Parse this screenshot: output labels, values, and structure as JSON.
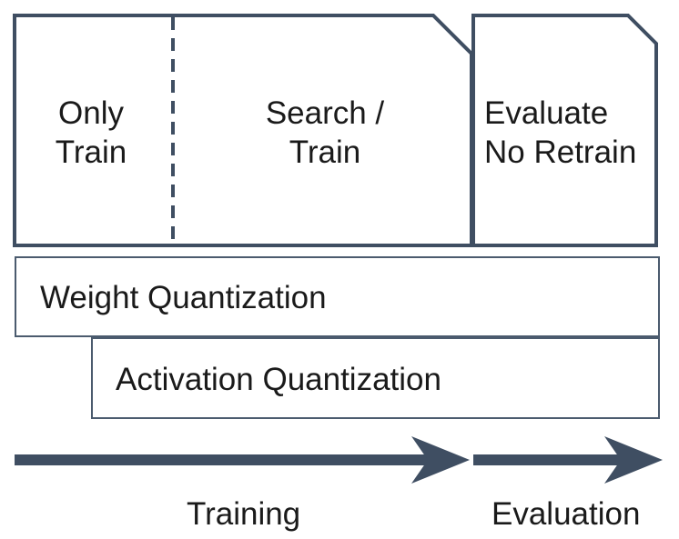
{
  "phases": {
    "only_train": [
      "Only",
      "Train"
    ],
    "search_train": [
      "Search /",
      "Train"
    ],
    "evaluate": [
      "Evaluate",
      "No Retrain"
    ]
  },
  "bars": {
    "weight": "Weight Quantization",
    "activation": "Activation Quantization"
  },
  "stages": {
    "training": "Training",
    "evaluation": "Evaluation"
  },
  "colors": {
    "stroke": "#3f4e62",
    "thin_border": "#4b5b6e",
    "text": "#1a1a1a"
  }
}
